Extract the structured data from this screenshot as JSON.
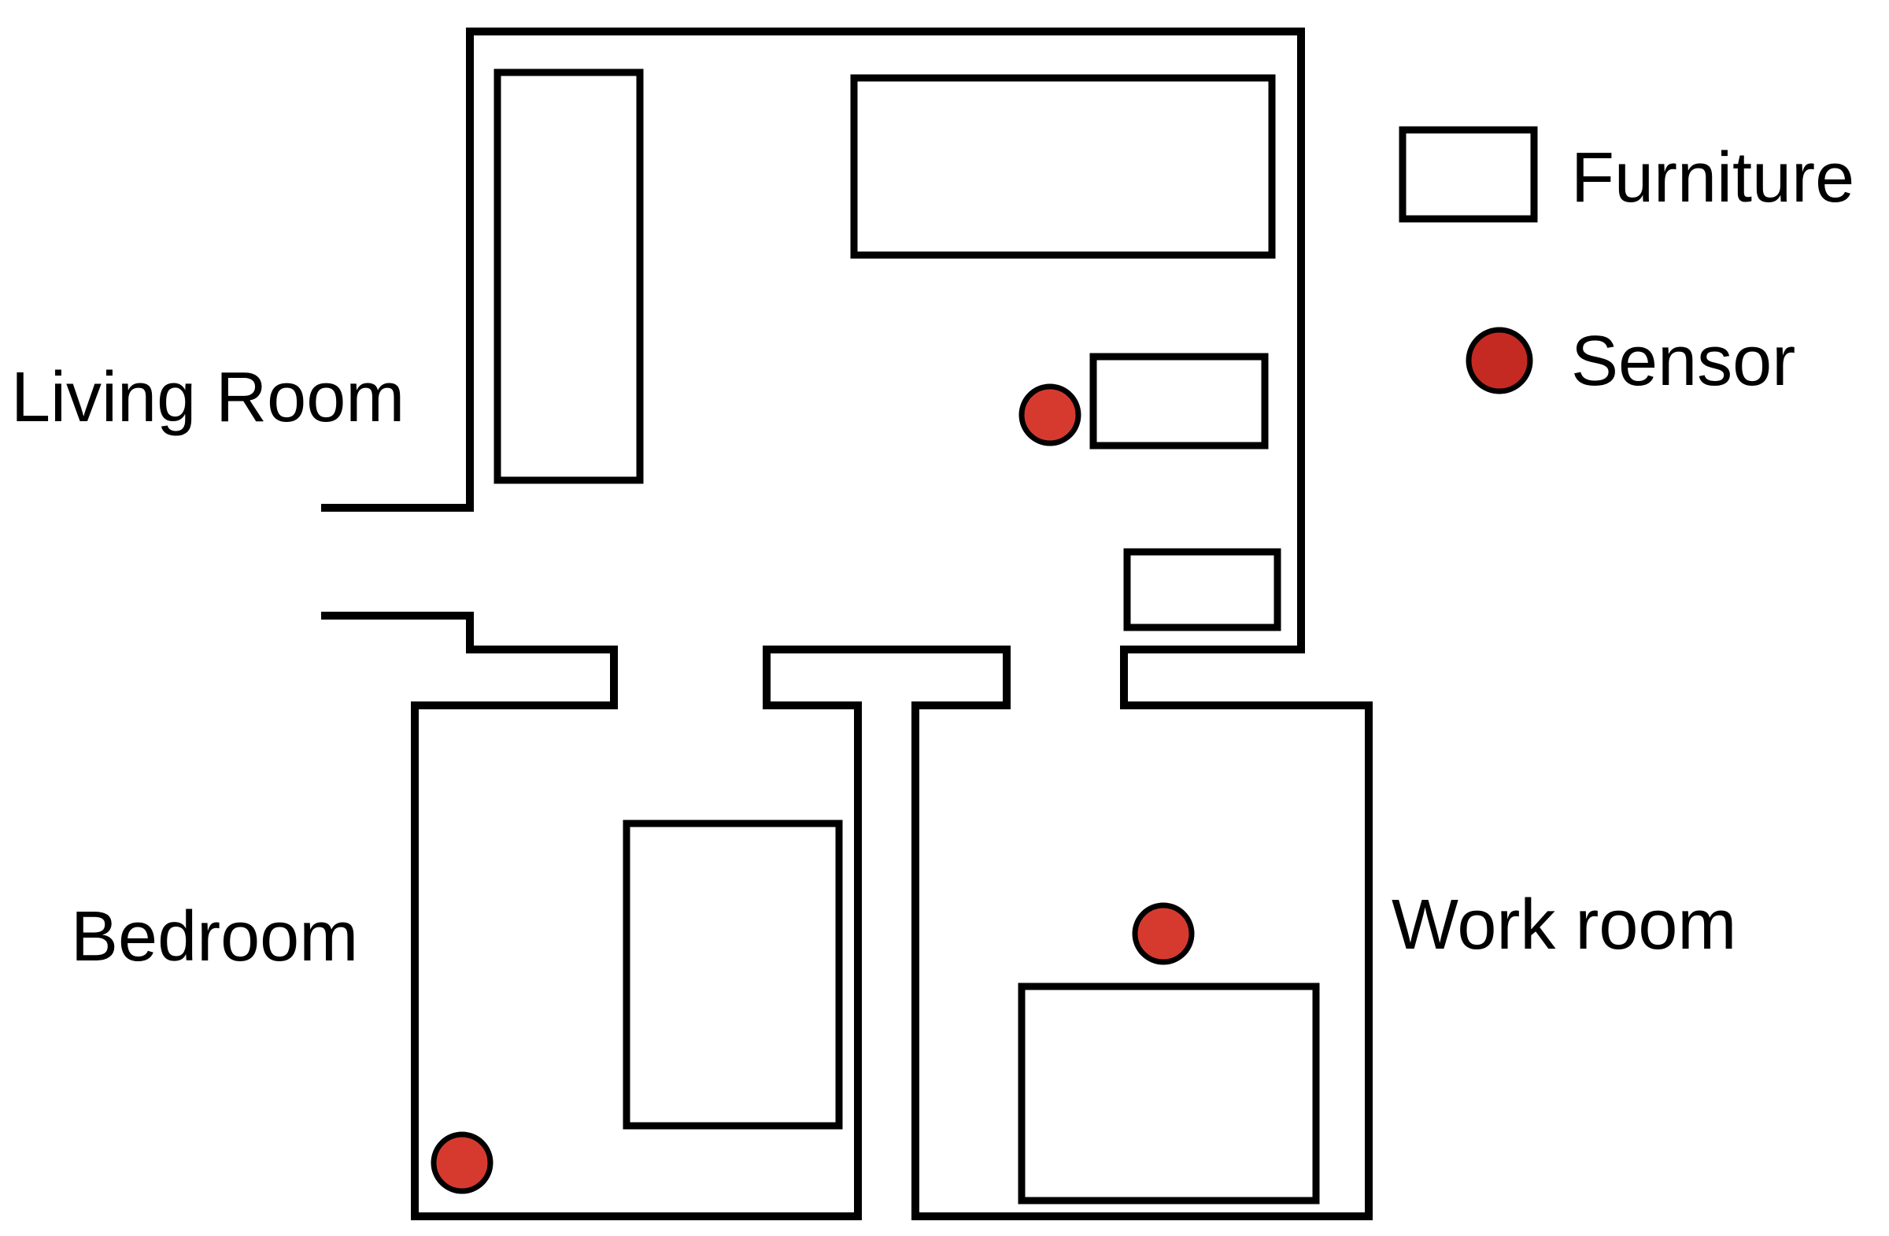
{
  "labels": {
    "living_room": "Living Room",
    "bedroom": "Bedroom",
    "work_room": "Work room"
  },
  "legend": {
    "furniture_label": "Furniture",
    "sensor_label": "Sensor"
  },
  "colors": {
    "wall": "#000000",
    "furniture_fill": "#ffffff",
    "sensor_fill": "#d63a2f",
    "legend_sensor_fill": "#c42a22"
  },
  "sensors": [
    {
      "room": "Living Room"
    },
    {
      "room": "Bedroom"
    },
    {
      "room": "Work room"
    }
  ]
}
